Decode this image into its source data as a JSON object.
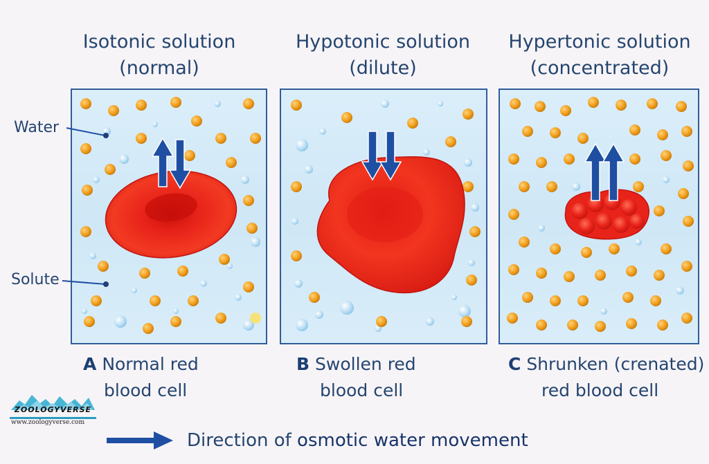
{
  "panels": [
    {
      "title_line1": "Isotonic solution",
      "title_line2": "(normal)",
      "letter": "A",
      "caption_line1": "Normal red",
      "caption_line2": "blood cell"
    },
    {
      "title_line1": "Hypotonic solution",
      "title_line2": "(dilute)",
      "letter": "B",
      "caption_line1": "Swollen red",
      "caption_line2": "blood cell"
    },
    {
      "title_line1": "Hypertonic solution",
      "title_line2": "(concentrated)",
      "letter": "C",
      "caption_line1": "Shrunken (crenated)",
      "caption_line2": "red blood cell"
    }
  ],
  "labels": {
    "water": "Water",
    "solute": "Solute"
  },
  "legend": {
    "prefix": "Direction of ",
    "highlight": "osmotic water movement"
  },
  "logo": {
    "wordmark": "ZOOLOGYVERSE",
    "url": "www.zoologyverse.com"
  },
  "colors": {
    "border": "#2f5d99",
    "arrow": "#1f4fa3",
    "cell": "#e8231a",
    "solute": "#f2a01e",
    "water_bg": "#d4eaf7"
  }
}
